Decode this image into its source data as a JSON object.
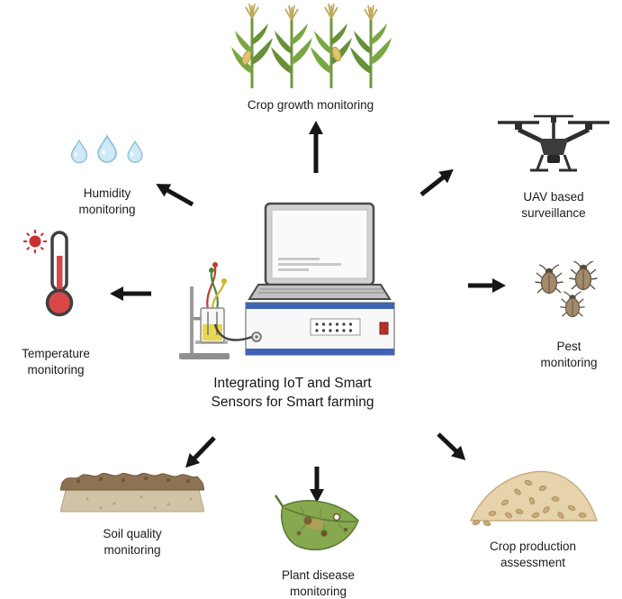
{
  "diagram": {
    "center": {
      "caption": "Integrating IoT and Smart Sensors for Smart farming",
      "icon": "laptop-iot-sensor-station-icon"
    },
    "nodes": {
      "crop_growth": {
        "label": "Crop growth monitoring",
        "icon": "corn-plants-icon"
      },
      "humidity": {
        "label": "Humidity monitoring",
        "icon": "water-drops-icon"
      },
      "temperature": {
        "label": "Temperature monitoring",
        "icon": "thermometer-sun-icon"
      },
      "uav": {
        "label": "UAV based surveillance",
        "icon": "drone-icon"
      },
      "pest": {
        "label": "Pest monitoring",
        "icon": "beetles-icon"
      },
      "crop_production": {
        "label": "Crop production assessment",
        "icon": "grain-pile-icon"
      },
      "plant_disease": {
        "label": "Plant disease monitoring",
        "icon": "diseased-leaf-icon"
      },
      "soil": {
        "label": "Soil quality monitoring",
        "icon": "soil-layers-icon"
      }
    },
    "colors": {
      "arrow": "#161616",
      "text": "#1b1b1b",
      "instrument_blue": "#3f63b5",
      "drop_blue": "#cfe9f6",
      "thermometer_red": "#d84848",
      "leaf_green": "#86a84f",
      "soil_brown": "#8d7253",
      "grain_tan": "#e6d3ac"
    }
  }
}
